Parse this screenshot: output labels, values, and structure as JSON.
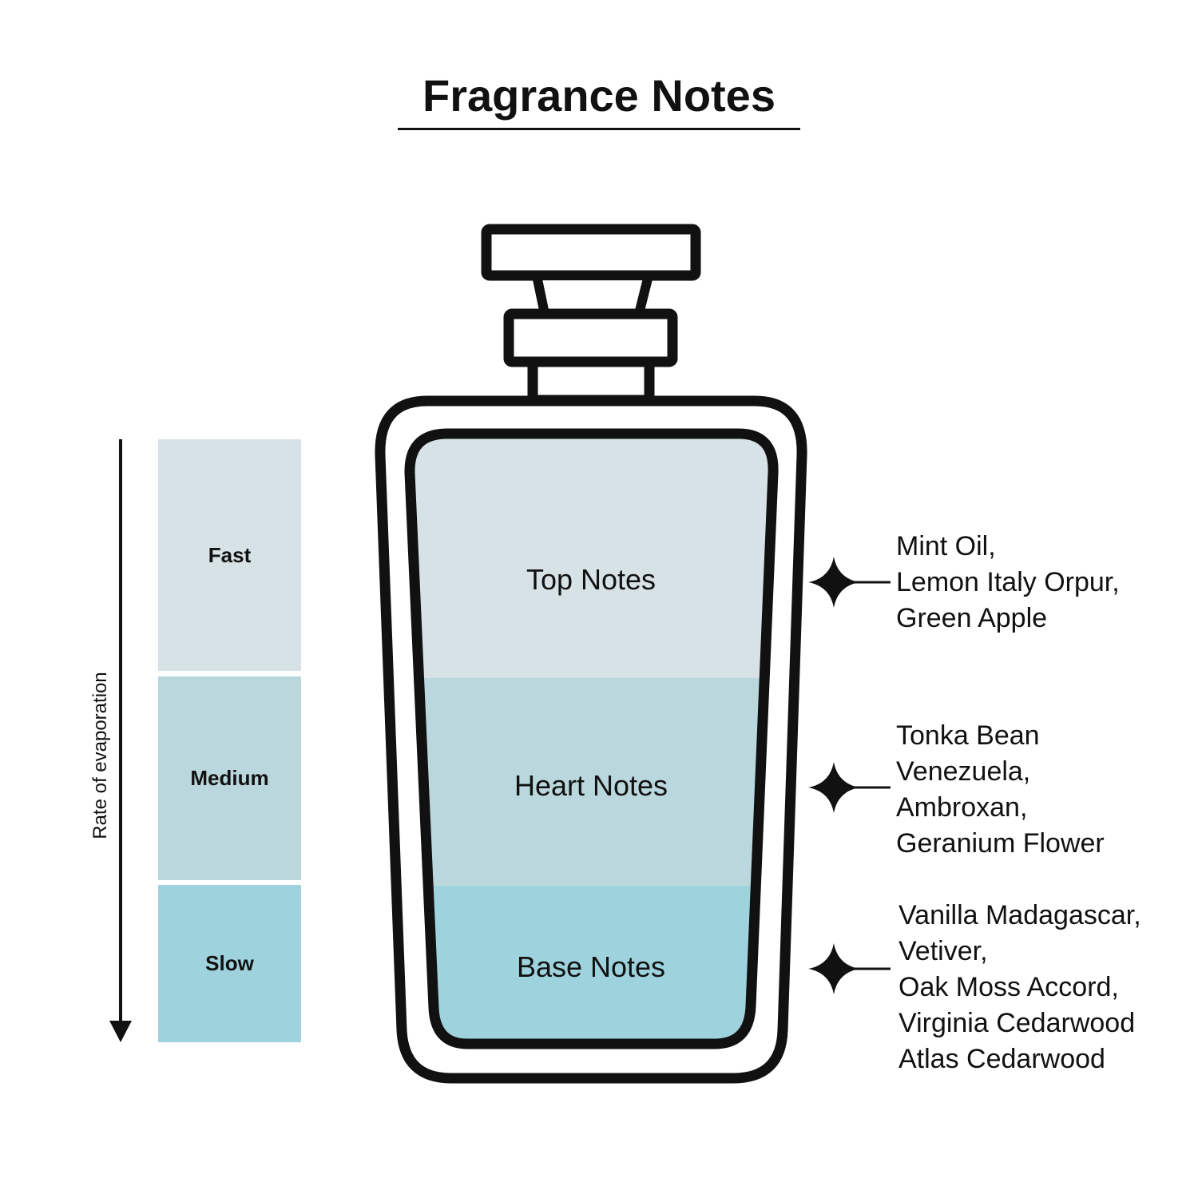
{
  "title": "Fragrance Notes",
  "evaporation": {
    "axis_label": "Rate of evaporation",
    "levels": [
      {
        "label": "Fast",
        "color": "#d6e2e5"
      },
      {
        "label": "Medium",
        "color": "#b9d7dc"
      },
      {
        "label": "Slow",
        "color": "#9ed3de"
      }
    ]
  },
  "bottle": {
    "outline_color": "#111111",
    "layers": [
      {
        "label": "Top Notes",
        "color": "#d6e2e5"
      },
      {
        "label": "Heart Notes",
        "color": "#b9d7dc"
      },
      {
        "label": "Base Notes",
        "color": "#9ed3de"
      }
    ]
  },
  "ingredients": {
    "top": [
      "Mint Oil,",
      "Lemon Italy Orpur,",
      "Green Apple"
    ],
    "heart": [
      "Tonka Bean",
      "Venezuela,",
      "Ambroxan,",
      "Geranium Flower"
    ],
    "base": [
      "Vanilla Madagascar,",
      "Vetiver,",
      "Oak Moss Accord,",
      "Virginia Cedarwood",
      "Atlas Cedarwood"
    ]
  },
  "icons": {
    "connector": "four-point-star-icon"
  }
}
